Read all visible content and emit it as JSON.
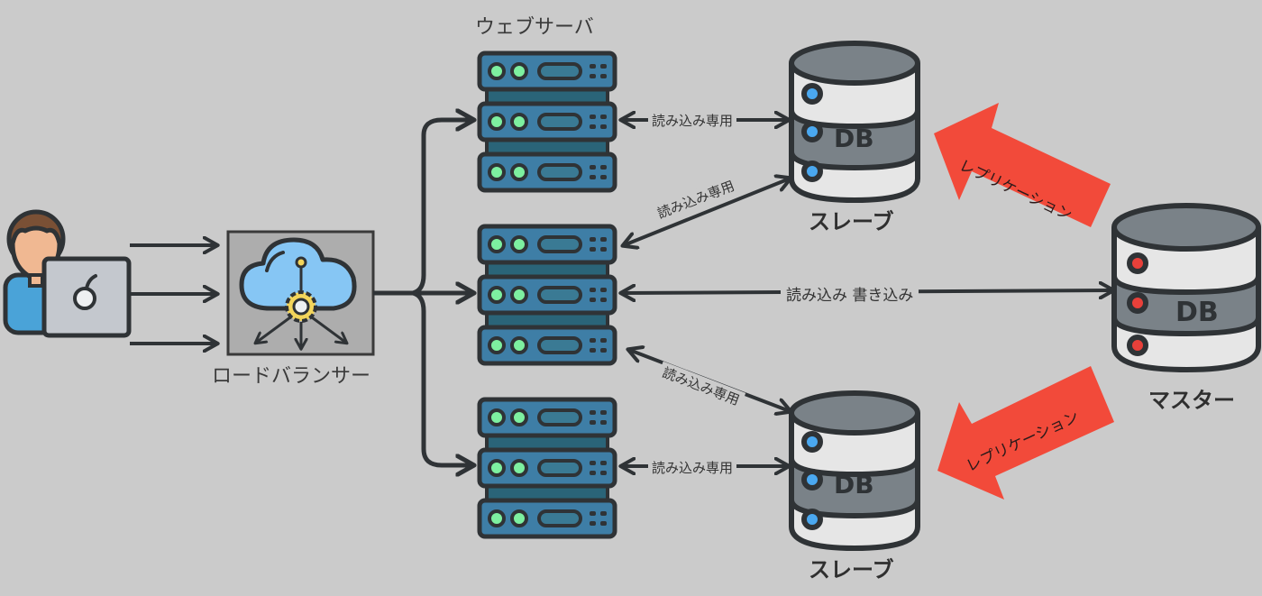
{
  "diagram": {
    "title": "Web server / DB master-slave replication architecture",
    "colors": {
      "background": "#cbcbcb",
      "outline": "#2f3336",
      "server_body": "#3e7ea6",
      "server_gap": "#2a6478",
      "server_led": "#7df0a0",
      "db_top": "#7a8288",
      "db_light": "#e6e6e6",
      "slave_led": "#4aa8f0",
      "master_led": "#e8403a",
      "replication_arrow": "#f24a3a",
      "cloud": "#86c6f4",
      "gear": "#f3d55b"
    },
    "nodes": {
      "client": {
        "label": "",
        "icon": "user-with-laptop-icon"
      },
      "load_balancer": {
        "label": "ロードバランサー",
        "icon": "cloud-gear-distribution-icon"
      },
      "web_servers": {
        "label": "ウェブサーバ",
        "count": 3,
        "icon": "server-rack-icon"
      },
      "slave_top": {
        "label": "スレーブ",
        "db_text": "DB",
        "icon": "database-icon"
      },
      "slave_bottom": {
        "label": "スレーブ",
        "db_text": "DB",
        "icon": "database-icon"
      },
      "master": {
        "label": "マスター",
        "db_text": "DB",
        "icon": "database-icon"
      }
    },
    "edges": {
      "client_to_lb": {
        "count": 3,
        "label": ""
      },
      "lb_to_web": {
        "count": 3,
        "label": ""
      },
      "web1_slave1": {
        "label": "読み込み専用",
        "direction": "both"
      },
      "web2_slave1": {
        "label": "読み込み専用",
        "direction": "both"
      },
      "web2_master": {
        "label": "読み込み 書き込み",
        "direction": "both"
      },
      "web2_slave2": {
        "label": "読み込み専用",
        "direction": "both"
      },
      "web3_slave2": {
        "label": "読み込み専用",
        "direction": "both"
      },
      "master_to_slave1": {
        "label": "レプリケーション",
        "direction": "master-to-slave"
      },
      "master_to_slave2": {
        "label": "レプリケーション",
        "direction": "master-to-slave"
      }
    }
  }
}
